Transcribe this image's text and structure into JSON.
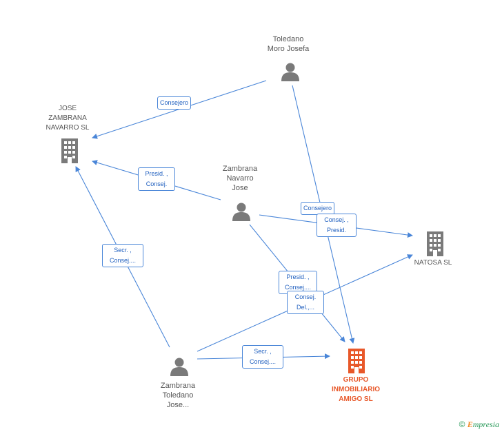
{
  "nodes": {
    "toledano": {
      "label": "Toledano\nMoro Josefa",
      "icon": "person-icon"
    },
    "zambrana_navarro": {
      "label": "Zambrana\nNavarro\nJose",
      "icon": "person-icon"
    },
    "zambrana_toledano": {
      "label": "Zambrana\nToledano\nJose...",
      "icon": "person-icon"
    },
    "jose_zambrana_sl": {
      "label": "JOSE\nZAMBRANA\nNAVARRO SL",
      "icon": "building-icon"
    },
    "natosa": {
      "label": "NATOSA SL",
      "icon": "building-icon"
    },
    "grupo": {
      "label": "GRUPO\nINMOBILIARIO\nAMIGO SL",
      "icon": "building-icon"
    }
  },
  "edges": {
    "toledano_jose_sl": "Consejero",
    "zambrana_navarro_jose_sl": "Presid. ,\nConsej.",
    "toledano_natosa": "Consejero",
    "zambrana_navarro_natosa": "Consej. ,\nPresid.",
    "zambrana_navarro_grupo": "Presid. ,\nConsej....",
    "toledano_grupo": "Consej.\nDel.,...",
    "zambrana_toledano_jose_sl": "Secr. ,\nConsej....",
    "zambrana_toledano_grupo": "Secr. ,\nConsej...."
  },
  "colors": {
    "person": "#7a7a7a",
    "company": "#7a7a7a",
    "focus_company": "#e8582a",
    "edge": "#4a86d8"
  },
  "footer": {
    "copyright": "©",
    "brand_e": "E",
    "brand_rest": "mpresia"
  }
}
